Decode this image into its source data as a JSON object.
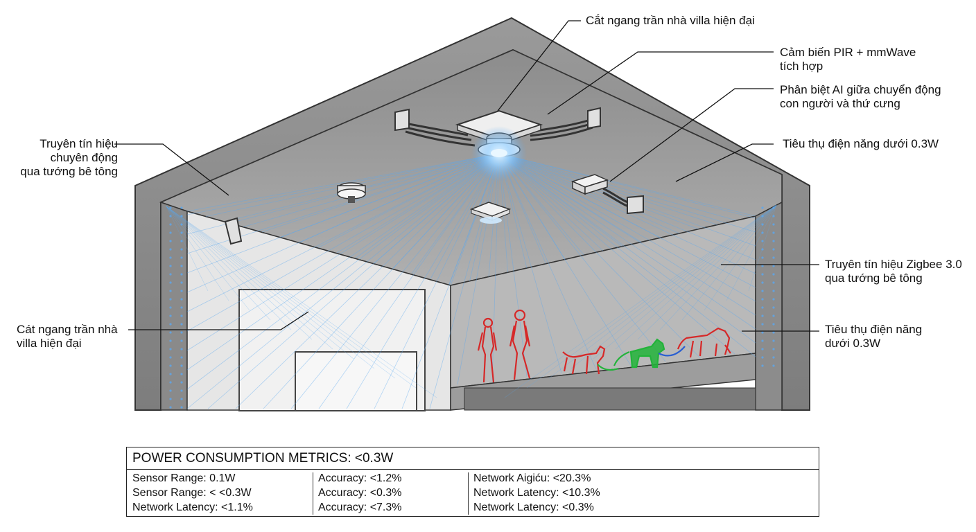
{
  "labels": {
    "top_center": "Cắt ngang trần nhà villa hiện đại",
    "right_1_line1": "Cảm biến PIR + mmWave",
    "right_1_line2": "tích hợp",
    "right_2_line1": "Phân biệt AI giữa chuyển động",
    "right_2_line2": "con người và thứ cưng",
    "right_3": "Tiêu thụ điện năng dưới 0.3W",
    "right_4_line1": "Truyên tín hiệu Zigbee 3.0",
    "right_4_line2": "qua tướng bê tông",
    "right_5_line1": "Tiêu thụ điện năng",
    "right_5_line2": "dưới 0.3W",
    "left_1_line1": "Truyên tín hiệu",
    "left_1_line2": "chuyên động",
    "left_1_line3": "qua tướng bê tông",
    "left_2_line1": "Cát ngang trần nhà",
    "left_2_line2": "villa hiện đại"
  },
  "metrics": {
    "title": "POWER CONSUMPTION METRICS: <0.3W",
    "col1": [
      "Sensor Range: 0.1W",
      "Sensor Range: < <0.3W",
      "Network Latency: <1.1%"
    ],
    "col2": [
      "Accuracy: <1.2%",
      "Accuracy: <0.3%",
      "Accuracy: <7.3%"
    ],
    "col3": [
      "Network Aigiću: <20.3%",
      "Network Latency: <10.3%",
      "Network Latency: <0.3%"
    ]
  },
  "colors": {
    "concrete": "#8f8f8f",
    "ceiling": "#a3a3a3",
    "beam": "#5aa8f0",
    "human": "#d62828",
    "pet": "#22b33a"
  }
}
